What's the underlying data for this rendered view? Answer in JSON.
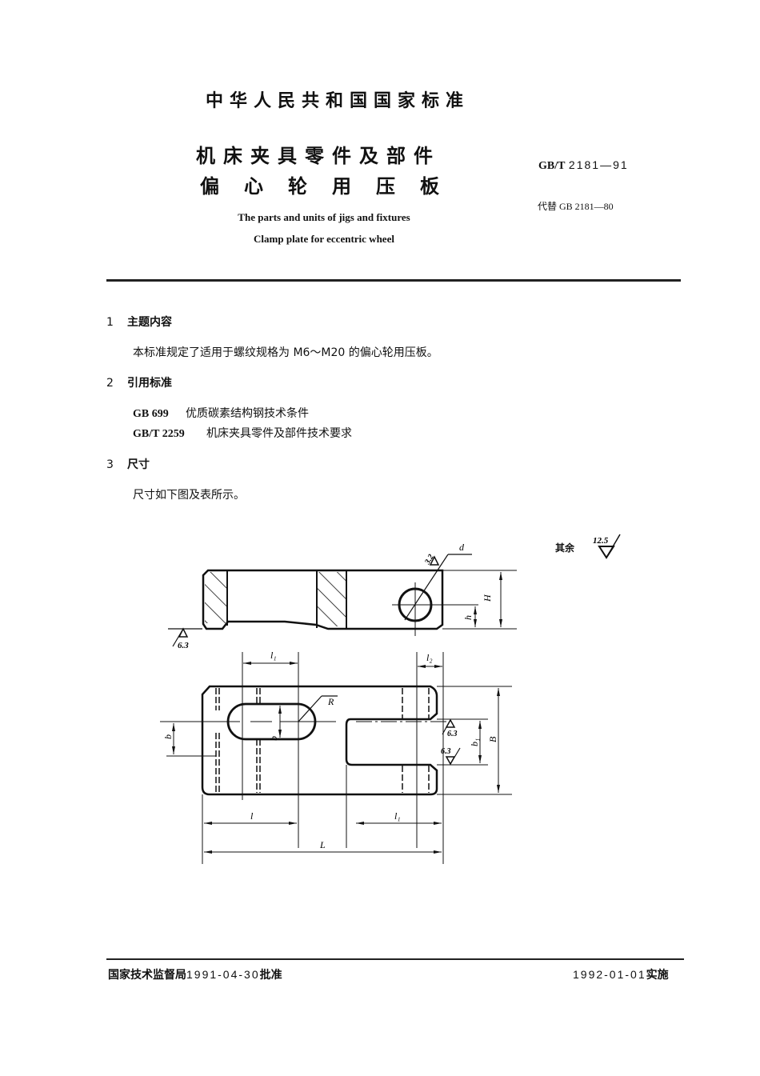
{
  "header": {
    "national_standard": "中华人民共和国国家标准",
    "title_line1": "机床夹具零件及部件",
    "title_line2_chars": [
      "偏",
      "心",
      "轮",
      "用",
      "压",
      "板"
    ],
    "english_line1": "The parts and units of jigs and fixtures",
    "english_line2": "Clamp plate for eccentric wheel",
    "standard_prefix": "GB/T",
    "standard_number": "2181—91",
    "replaces": "代替 GB 2181—80"
  },
  "sections": [
    {
      "number": "1",
      "title": "主题内容",
      "text": "本标准规定了适用于螺纹规格为 M6～M20 的偏心轮用压板。"
    },
    {
      "number": "2",
      "title": "引用标准",
      "references": [
        {
          "code": "GB 699",
          "title": "优质碳素结构钢技术条件"
        },
        {
          "code": "GB/T 2259",
          "title": "机床夹具零件及部件技术要求"
        }
      ]
    },
    {
      "number": "3",
      "title": "尺寸",
      "text": "尺寸如下图及表所示。"
    }
  ],
  "drawing": {
    "roughness_note": "其余",
    "roughness_rest": "12.5",
    "roughness_hole": "3.2",
    "roughness_base": "6.3",
    "roughness_slot_top": "6.3",
    "roughness_slot_bottom": "6.3",
    "labels": {
      "d": "d",
      "H": "H",
      "h": "h",
      "l1": "l₁",
      "l2": "l₂",
      "R": "R",
      "b": "b",
      "b1": "b₁",
      "B": "B",
      "l": "l",
      "L": "L"
    }
  },
  "footer": {
    "issuer": "国家技术监督局",
    "approve_date": "1991-04-30",
    "approve_label": "批准",
    "effective_date": "1992-01-01",
    "effective_label": "实施"
  }
}
